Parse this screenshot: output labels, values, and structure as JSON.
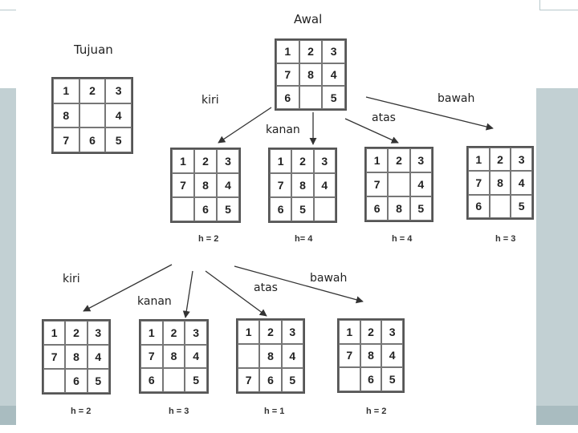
{
  "labels": {
    "awal": "Awal",
    "tujuan": "Tujuan"
  },
  "edges_level1": [
    "kiri",
    "kanan",
    "atas",
    "bawah"
  ],
  "edges_level2": [
    "kiri",
    "kanan",
    "atas",
    "bawah"
  ],
  "puzzles": {
    "tujuan": [
      "1",
      "2",
      "3",
      "8",
      "",
      "4",
      "7",
      "6",
      "5"
    ],
    "awal": [
      "1",
      "2",
      "3",
      "7",
      "8",
      "4",
      "6",
      "",
      "5"
    ],
    "l1_kiri": [
      "1",
      "2",
      "3",
      "7",
      "8",
      "4",
      "",
      "6",
      "5"
    ],
    "l1_kanan": [
      "1",
      "2",
      "3",
      "7",
      "8",
      "4",
      "6",
      "5",
      ""
    ],
    "l1_atas": [
      "1",
      "2",
      "3",
      "7",
      "",
      "4",
      "6",
      "8",
      "5"
    ],
    "l1_bawah": [
      "1",
      "2",
      "3",
      "7",
      "8",
      "4",
      "6",
      "",
      "5"
    ],
    "l2_kiri": [
      "1",
      "2",
      "3",
      "7",
      "8",
      "4",
      "",
      "6",
      "5"
    ],
    "l2_kanan": [
      "1",
      "2",
      "3",
      "7",
      "8",
      "4",
      "6",
      "",
      "5"
    ],
    "l2_atas": [
      "1",
      "2",
      "3",
      "",
      "8",
      "4",
      "7",
      "6",
      "5"
    ],
    "l2_bawah": [
      "1",
      "2",
      "3",
      "7",
      "8",
      "4",
      "",
      "6",
      "5"
    ]
  },
  "h_values": {
    "l1": [
      "h = 2",
      "h= 4",
      "h = 4",
      "h = 3"
    ],
    "l2": [
      "h = 2",
      "h = 3",
      "h = 1",
      "h = 2"
    ]
  }
}
